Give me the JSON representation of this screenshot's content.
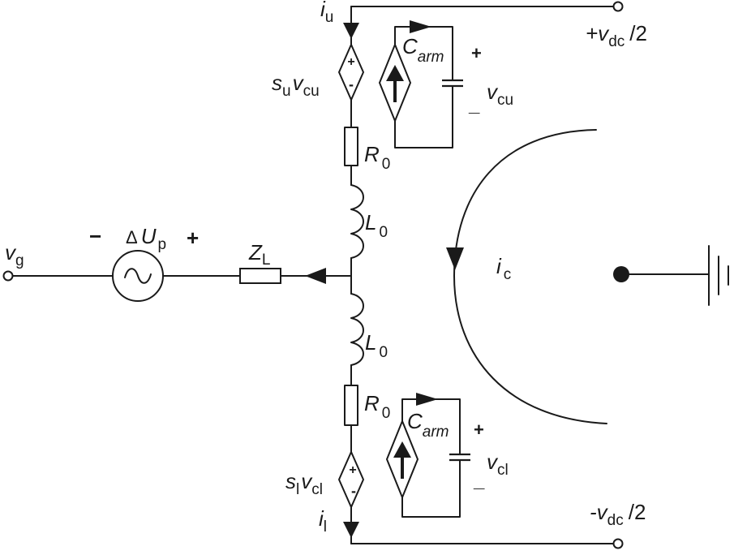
{
  "labels": {
    "iu": "i",
    "iu_sub": "u",
    "vdc_pos": "+v",
    "vdc_pos_sub": "dc",
    "vdc_pos_tail": "/2",
    "vdc_neg": "-v",
    "vdc_neg_sub": "dc",
    "vdc_neg_tail": "/2",
    "carm_u": "C",
    "carm_u_sub": "arm",
    "carm_l": "C",
    "carm_l_sub": "arm",
    "vcu": "v",
    "vcu_sub": "cu",
    "vcl": "v",
    "vcl_sub": "cl",
    "plus_u": "+",
    "minus_u": "_",
    "plus_l": "+",
    "minus_l": "_",
    "su_s": "s",
    "su_sub": "u",
    "su_v": "v",
    "su_vsub": "cu",
    "sl_s": "s",
    "sl_sub": "l",
    "sl_v": "v",
    "sl_vsub": "cl",
    "src_u_plus": "+",
    "src_u_minus": "-",
    "src_l_plus": "+",
    "src_l_minus": "-",
    "R0_u": "R",
    "R0_u_sub": "0",
    "R0_l": "R",
    "R0_l_sub": "0",
    "L0_u": "L",
    "L0_u_sub": "0",
    "L0_l": "L",
    "L0_l_sub": "0",
    "ic": "i",
    "ic_sub": "c",
    "vg": "v",
    "vg_sub": "g",
    "dUp_minus": "−",
    "dUp_delta": "Δ",
    "dUp_U": "U",
    "dUp_sub": "p",
    "dUp_plus": "+",
    "ZL": "Z",
    "ZL_sub": "L",
    "il": "i",
    "il_sub": "l"
  }
}
